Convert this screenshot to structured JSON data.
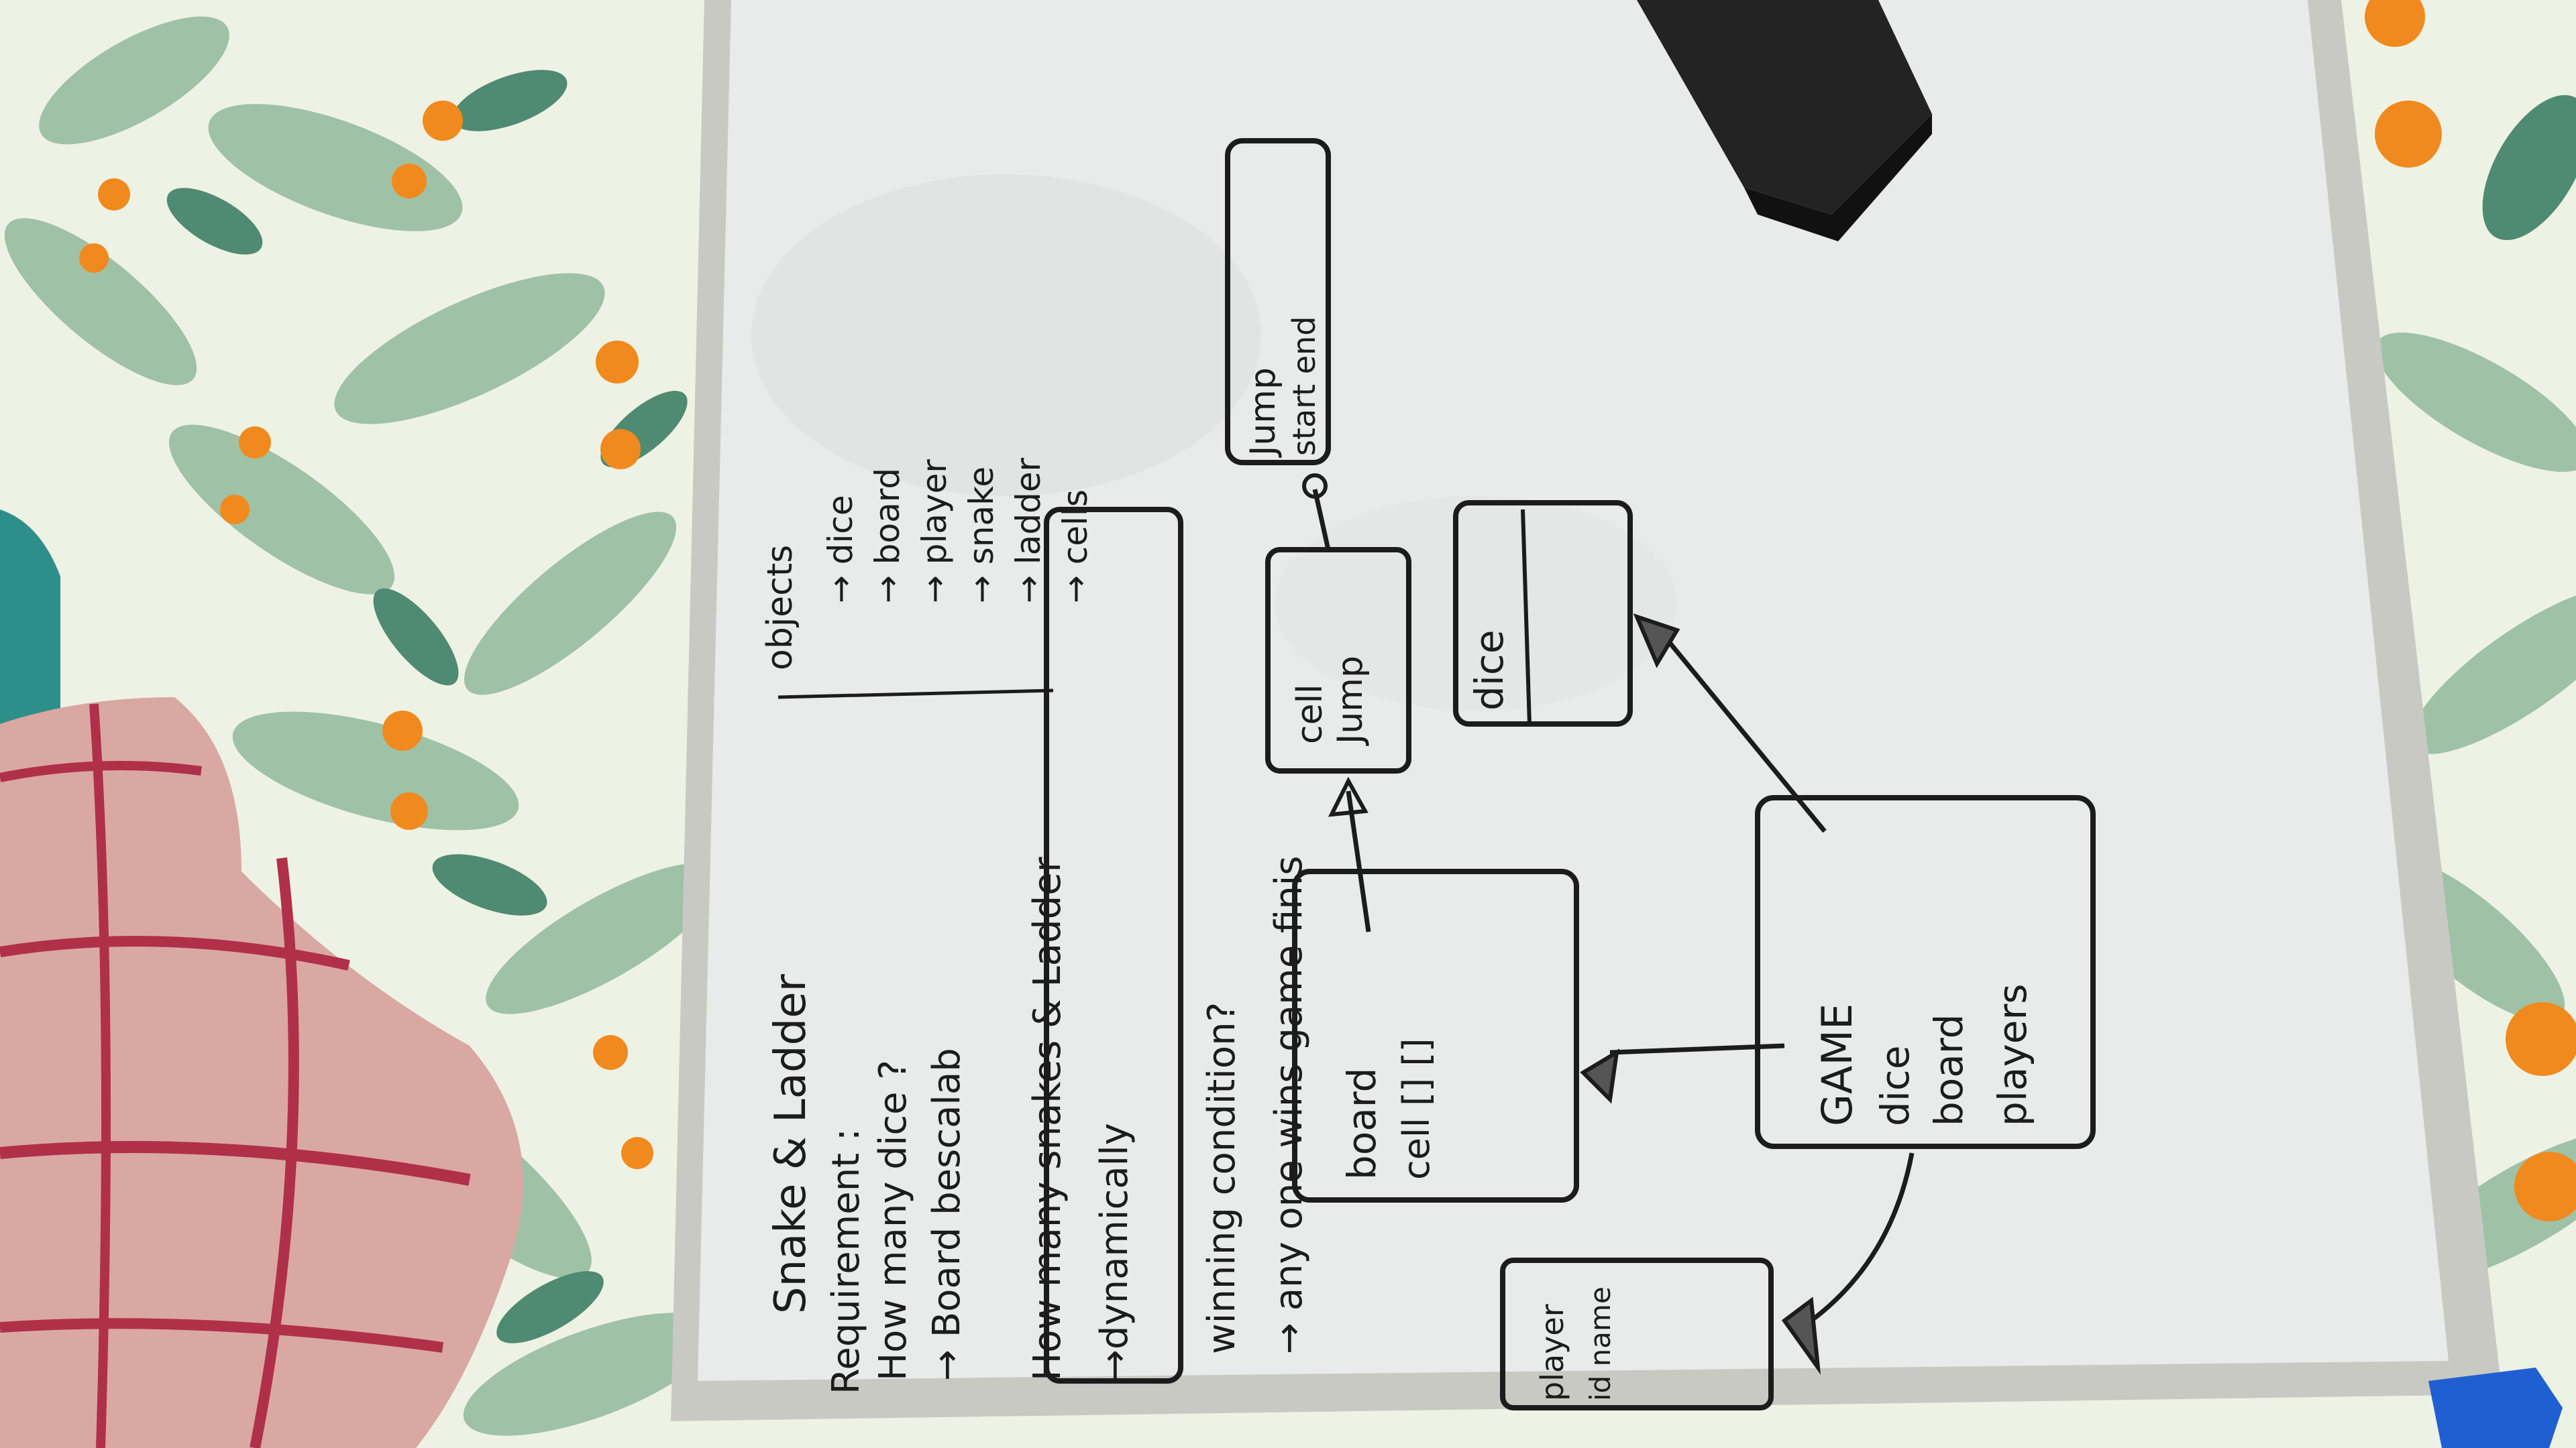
{
  "scene": {
    "description_colors": {
      "bedsheet": "#eef2e4",
      "leaf_green": "#9fc2a6",
      "leaf_dark": "#4f8a72",
      "dot_orange": "#f08a1e",
      "cloth_pink": "#d9a8a2",
      "cloth_stripe": "#b0304a",
      "board_white": "#e9ebea",
      "frame_silver": "#c9c9c4",
      "marker_black": "#1c1c1c",
      "eraser": "#232323",
      "marker_blue": "#1f5fd1"
    }
  },
  "notes": {
    "title": "Snake & Ladder",
    "requirement": "Requirement :",
    "q_dice": "How many dice ?",
    "q_board": "→ Board bescalab",
    "q_snakes": "How many snakes & Ladder",
    "dynamically": "→dynamically",
    "winning": "winning condition?",
    "any_one": "→ any one wins game finis",
    "objects_heading": "objects",
    "objects": [
      "→ dice",
      "→ board",
      "→ player",
      "→ snake",
      "→ ladder",
      "→ cells"
    ]
  },
  "diagram": {
    "jump": [
      "Jump",
      "start end"
    ],
    "cell": [
      "cell",
      "Jump"
    ],
    "dice": "dice",
    "board": [
      "board",
      "cell [] [] "
    ],
    "game": [
      "GAME",
      "dice",
      "board",
      "players"
    ],
    "player": [
      "player",
      "id name"
    ]
  }
}
